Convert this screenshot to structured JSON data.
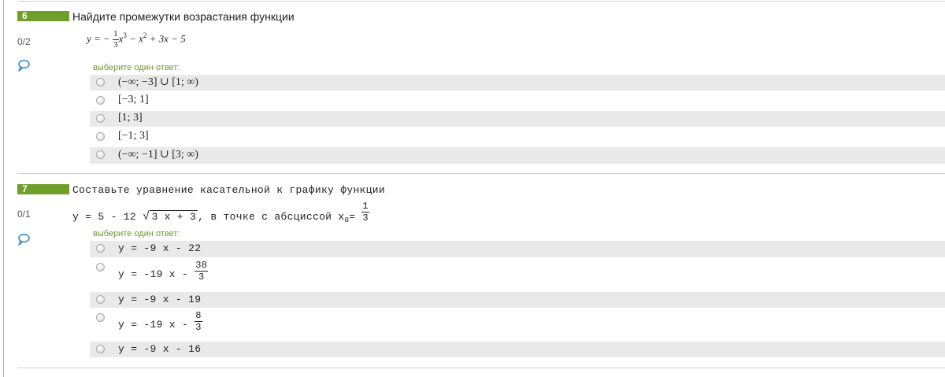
{
  "questions": [
    {
      "number": "6",
      "score": "0/2",
      "title": "Найдите промежутки возрастания функции",
      "formula_lhs": "y = −",
      "formula_frac_num": "1",
      "formula_frac_den": "3",
      "formula_rest_a": "x",
      "formula_exp_a": "3",
      "formula_rest_b": " − x",
      "formula_exp_b": "2",
      "formula_rest_c": " + 3x − 5",
      "hint": "выберите один ответ:",
      "options": [
        {
          "label": "(−∞; −3] ∪ [1; ∞)"
        },
        {
          "label": "[−3; 1]"
        },
        {
          "label": "[1; 3]"
        },
        {
          "label": "[−1; 3]"
        },
        {
          "label": "(−∞; −1] ∪ [3; ∞)"
        }
      ]
    },
    {
      "number": "7",
      "score": "0/1",
      "title": "Составьте уравнение касательной к графику функции",
      "line2_a": "y = 5 - 12",
      "line2_sqrt": "3 x + 3",
      "line2_b": ", в точке с абсциссой x",
      "line2_sub": "0",
      "line2_eq": "=",
      "line2_frac_num": "1",
      "line2_frac_den": "3",
      "hint": "выберите один ответ:",
      "options": [
        {
          "label": "y = -9 x - 22"
        },
        {
          "label": "y = -19 x -",
          "frac_num": "38",
          "frac_den": "3"
        },
        {
          "label": "y = -9 x - 19"
        },
        {
          "label": "y = -19 x -",
          "frac_num": "8",
          "frac_den": "3"
        },
        {
          "label": "y = -9 x - 16"
        }
      ]
    }
  ],
  "icons": {
    "comment": "speech-bubble-icon",
    "radio": "radio-unchecked"
  },
  "colors": {
    "badge": "#6f9e2a",
    "hint": "#6a9a2e",
    "icon": "#3a8fc8",
    "shade": "#e9e9e9"
  }
}
